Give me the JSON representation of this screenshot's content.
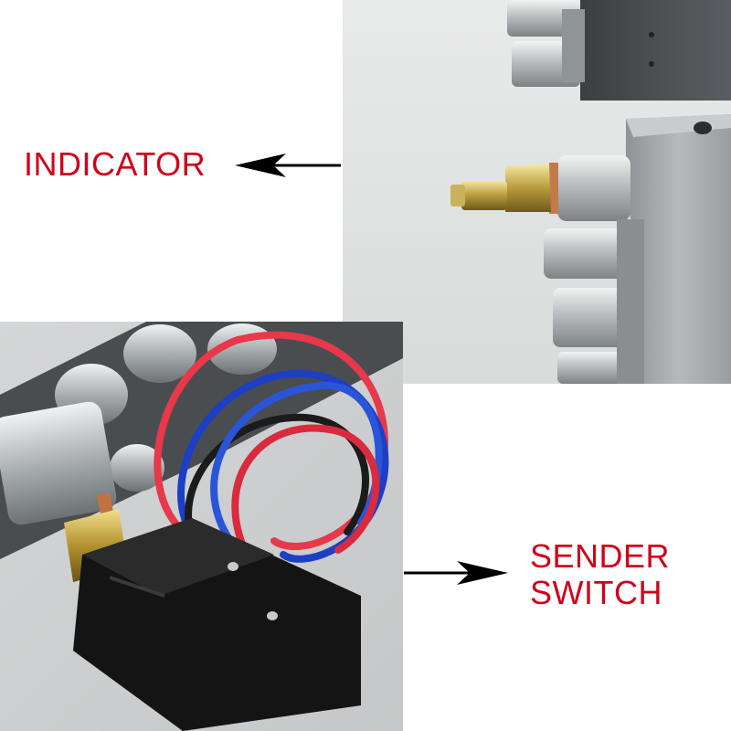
{
  "labels": {
    "indicator": "INDICATOR",
    "sender_line1": "SENDER",
    "sender_line2": "SWITCH"
  },
  "colors": {
    "label": "#d0021b",
    "arrow": "#000000",
    "background": "#ffffff"
  }
}
